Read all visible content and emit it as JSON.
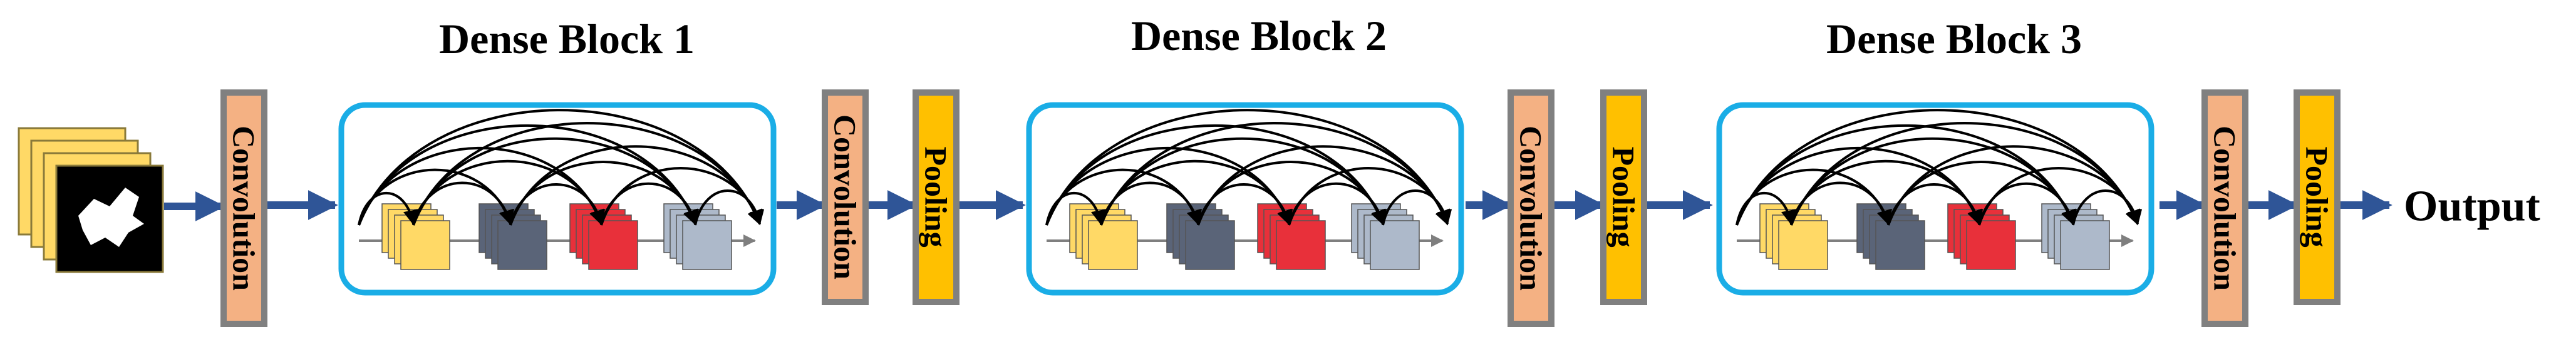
{
  "blocks": [
    {
      "title": "Dense Block 1"
    },
    {
      "title": "Dense Block 2"
    },
    {
      "title": "Dense Block 3"
    }
  ],
  "labels": {
    "convolution": "Convolution",
    "pooling": "Pooling",
    "output": "Output"
  },
  "colors": {
    "conv_fill": "#F4B183",
    "conv_stroke": "#808080",
    "pool_fill": "#FFC000",
    "pool_stroke": "#808080",
    "block_border": "#1AADE6",
    "arrow": "#2F5597",
    "layer_colors": [
      "#FFD966",
      "#5A6478",
      "#E8303A",
      "#ADB9CA"
    ]
  },
  "icons": {
    "input": "input-image-stack-icon"
  }
}
